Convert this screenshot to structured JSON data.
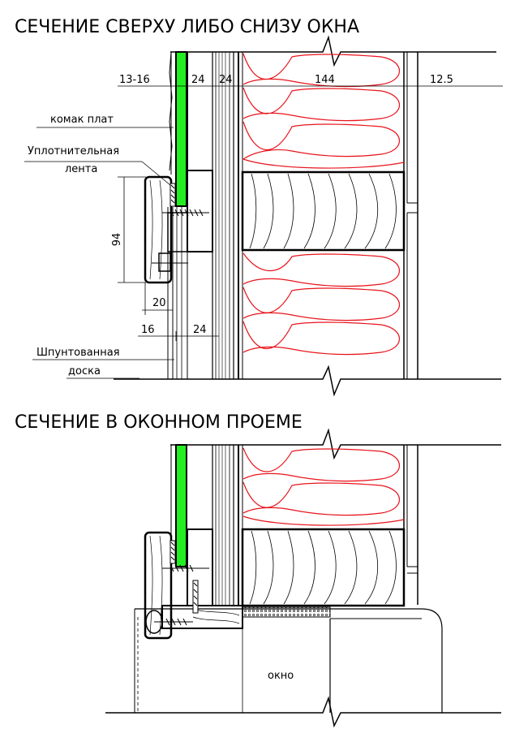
{
  "section1": {
    "title": "СЕЧЕНИЕ СВЕРХУ ЛИБО СНИЗУ ОКНА",
    "dims": {
      "d13_16": "13-16",
      "d24a": "24",
      "d24b": "24",
      "d144": "144",
      "d12_5": "12.5",
      "d94": "94",
      "d20": "20",
      "d16": "16",
      "d24c": "24"
    },
    "labels": {
      "komak": "комак плат",
      "seal_line1": "Уплотнительная",
      "seal_line2": "лента",
      "board_line1": "Шпунтованная",
      "board_line2": "доска"
    }
  },
  "section2": {
    "title": "СЕЧЕНИЕ В ОКОННОМ ПРОЕМЕ",
    "labels": {
      "window": "окно"
    }
  },
  "colors": {
    "membrane": "#22ee22",
    "insulation": "#e8141c",
    "line": "#000000"
  }
}
